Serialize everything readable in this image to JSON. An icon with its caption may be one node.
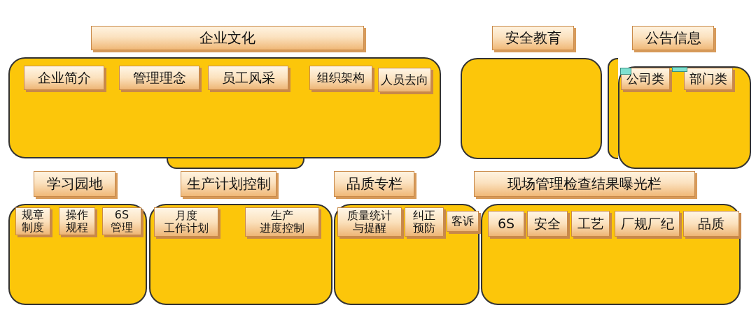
{
  "diagram": {
    "nodes": [
      {
        "text": [
          "企业文化"
        ]
      },
      {
        "text": [],
        "shape": "box"
      },
      {
        "text": [
          "企业简介"
        ],
        "in": 1
      },
      {
        "text": [
          "管理理念"
        ],
        "in": 1
      },
      {
        "text": [
          "员工风采"
        ],
        "in": 1
      },
      {
        "text": [
          "组织架构"
        ],
        "in": 1
      },
      {
        "text": [
          "人员去向"
        ],
        "in": 1
      },
      {
        "text": [],
        "shape": "box"
      },
      {
        "text": [
          "安全教育"
        ]
      },
      {
        "text": [],
        "shape": "box"
      },
      {
        "text": [
          "公告信息"
        ]
      },
      {
        "text": [],
        "shape": "box"
      },
      {
        "text": [],
        "shape": "box"
      },
      {
        "text": [
          "公司类"
        ],
        "in": 12
      },
      {
        "text": [
          "部门类"
        ],
        "in": 12
      },
      {
        "text": [
          "学习园地"
        ]
      },
      {
        "text": [],
        "shape": "box"
      },
      {
        "text": [
          "规章制度"
        ],
        "in": 16
      },
      {
        "text": [
          "操作规程"
        ],
        "in": 16
      },
      {
        "text": [
          "6S管理"
        ],
        "in": 16
      },
      {
        "text": [
          "生产计划控制"
        ]
      },
      {
        "text": [],
        "shape": "box"
      },
      {
        "text": [
          "月度工作计划"
        ],
        "in": 21
      },
      {
        "text": [
          "生产进度控制"
        ],
        "in": 21
      },
      {
        "text": [
          "品质专栏"
        ]
      },
      {
        "text": [],
        "shape": "box"
      },
      {
        "text": [
          "质量统计与提醒"
        ],
        "in": 25
      },
      {
        "text": [
          "纠正预防"
        ],
        "in": 25
      },
      {
        "text": [
          "客诉"
        ],
        "in": 25
      },
      {
        "text": [
          "现场管理检查结果曝光栏"
        ]
      },
      {
        "text": [],
        "shape": "box"
      },
      {
        "text": [
          "6S"
        ],
        "in": 30
      },
      {
        "text": [
          "安全"
        ],
        "in": 30
      },
      {
        "text": [
          "工艺"
        ],
        "in": 30
      },
      {
        "text": [
          "厂规厂纪"
        ],
        "in": 30
      },
      {
        "text": [
          "品质"
        ],
        "in": 30
      }
    ],
    "edges": []
  }
}
